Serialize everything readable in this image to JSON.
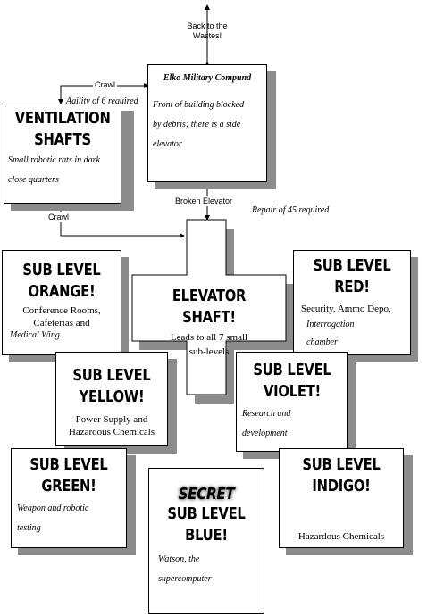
{
  "top_link": {
    "line1": "Back to the",
    "line2": "Wastes!"
  },
  "compound": {
    "title": "Elko Military Compund",
    "desc_lines": [
      "Front of building blocked",
      "by debris; there is a side",
      "elevator"
    ]
  },
  "ventilation": {
    "title_lines": [
      "VENTILATION",
      "SHAFTS"
    ],
    "desc_lines": [
      "Small robotic rats in dark",
      "close quarters"
    ]
  },
  "labels": {
    "crawl_top": "Crawl",
    "agility": "Agility of 6 required",
    "crawl_bottom": "Crawl",
    "broken_elevator": "Broken Elevator",
    "repair": "Repair of 45 required"
  },
  "elevator": {
    "title": "ELEVATOR SHAFT!",
    "desc_lines": [
      "Leads to all 7 small",
      "sub-levels"
    ]
  },
  "orange": {
    "title_lines": [
      "SUB LEVEL",
      "ORANGE!"
    ],
    "desc_lines": [
      "Conference Rooms,",
      "Cafeterias and"
    ],
    "desc_italic": "Medical Wing."
  },
  "red": {
    "title_lines": [
      "SUB LEVEL",
      "RED!"
    ],
    "desc_line": "Security, Ammo Depo,",
    "desc_italic_lines": [
      "Interrogation",
      "chamber"
    ]
  },
  "yellow": {
    "title_lines": [
      "SUB LEVEL",
      "YELLOW!"
    ],
    "desc_lines": [
      "Power Supply and",
      "Hazardous Chemicals"
    ]
  },
  "violet": {
    "title_lines": [
      "SUB LEVEL",
      "VIOLET!"
    ],
    "desc_italic_lines": [
      "Research and",
      "development"
    ]
  },
  "green": {
    "title_lines": [
      "SUB LEVEL",
      "GREEN!"
    ],
    "desc_italic_lines": [
      "Weapon and robotic",
      "testing"
    ]
  },
  "indigo": {
    "title_lines": [
      "SUB LEVEL",
      "INDIGO!"
    ],
    "desc": "Hazardous Chemicals"
  },
  "blue": {
    "secret": "SECRET",
    "title_lines": [
      "SUB LEVEL",
      "BLUE!"
    ],
    "desc_italic_lines": [
      "Watson, the",
      "supercomputer"
    ]
  }
}
